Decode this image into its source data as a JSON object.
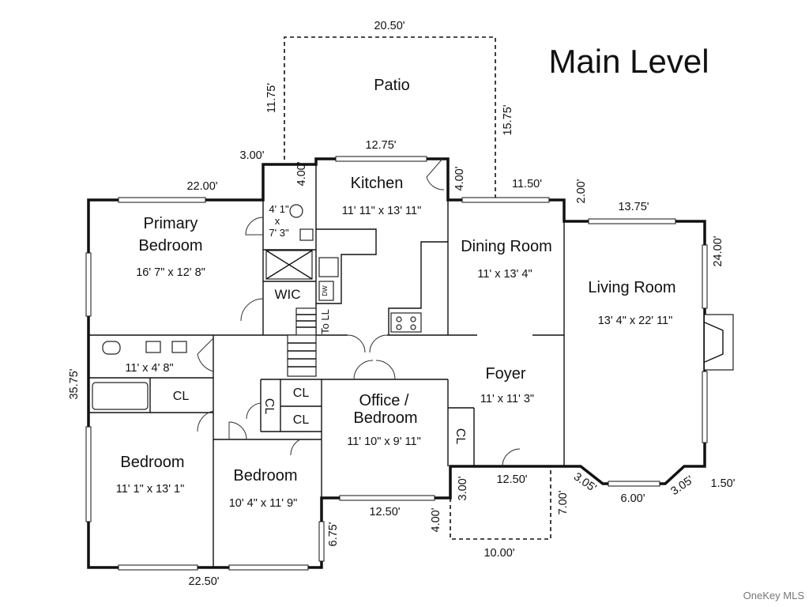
{
  "title": "Main Level",
  "watermark": "OneKey MLS",
  "rooms": {
    "patio": {
      "name": "Patio"
    },
    "kitchen": {
      "name": "Kitchen",
      "size": "11' 11\" x 13' 11\""
    },
    "primary_bedroom": {
      "name_line1": "Primary",
      "name_line2": "Bedroom",
      "size": "16' 7\" x 12' 8\""
    },
    "primary_bath": {
      "line1": "4' 1\"",
      "line2": "x",
      "line3": "7' 3\""
    },
    "wic": {
      "name": "WIC"
    },
    "dining_room": {
      "name": "Dining Room",
      "size": "11' x 13' 4\""
    },
    "living_room": {
      "name": "Living Room",
      "size": "13' 4\" x 22' 11\""
    },
    "hall_bath": {
      "size": "11' x 4' 8\""
    },
    "foyer": {
      "name": "Foyer",
      "size": "11' x 11' 3\""
    },
    "office": {
      "name_line1": "Office /",
      "name_line2": "Bedroom",
      "size": "11' 10\" x 9' 11\""
    },
    "bedroom_left": {
      "name": "Bedroom",
      "size": "11' 1\" x 13' 1\""
    },
    "bedroom_middle": {
      "name": "Bedroom",
      "size": "10' 4\" x 11' 9\""
    }
  },
  "labels": {
    "closet": "CL",
    "stairs_to_lower": "To LL",
    "dishwasher": "DW"
  },
  "dimensions": {
    "patio_top": "20.50'",
    "patio_left": "11.75'",
    "patio_right": "15.75'",
    "kitchen_top": "12.75'",
    "step_3": "3.00'",
    "step_4a": "4.00'",
    "step_4b": "4.00'",
    "primary_top": "22.00'",
    "dining_top": "11.50'",
    "step_2": "2.00'",
    "living_top": "13.75'",
    "living_right": "24.00'",
    "left_side": "35.75'",
    "bottom_left": "22.50'",
    "bottom_step": "6.75'",
    "office_bottom": "12.50'",
    "porch_top_left": "3.00'",
    "porch_left": "4.00'",
    "porch_top": "12.50'",
    "porch_right": "7.00'",
    "porch_bottom": "10.00'",
    "bay_left": "3.05'",
    "bay_mid": "6.00'",
    "bay_right": "3.05'",
    "bay_step": "1.50'"
  }
}
